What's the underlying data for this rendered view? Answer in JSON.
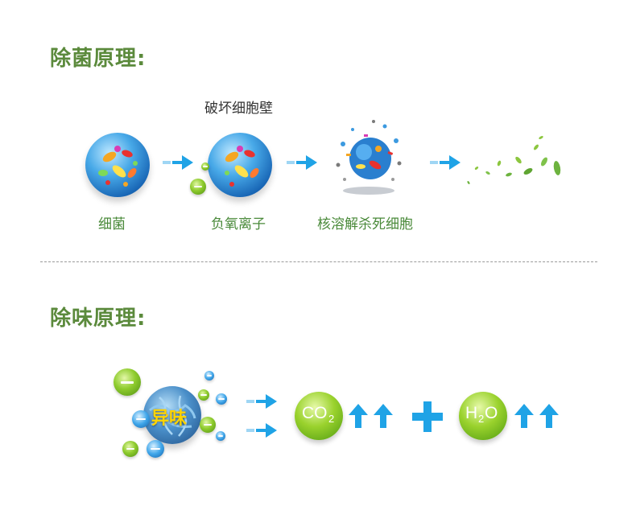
{
  "sterilization": {
    "title": "除菌原理:",
    "caption_top": "破坏细胞壁",
    "step_labels": [
      "细菌",
      "负氧离子",
      "核溶解杀死细胞"
    ]
  },
  "deodorization": {
    "title": "除味原理:",
    "odor_label": "异味",
    "co2_label": {
      "main": "CO",
      "sub": "2"
    },
    "h2o_label": {
      "h": "H",
      "sub": "2",
      "o": "O"
    }
  },
  "colors": {
    "title_green": "#5b8a3c",
    "arrow_blue": "#1fa3e6",
    "molecule_green": "#8cc63f"
  },
  "icons": [
    "bacteria-sphere-icon",
    "arrow-right-icon",
    "negative-ion-icon",
    "leaf-icon",
    "up-arrow-icon",
    "plus-icon"
  ]
}
